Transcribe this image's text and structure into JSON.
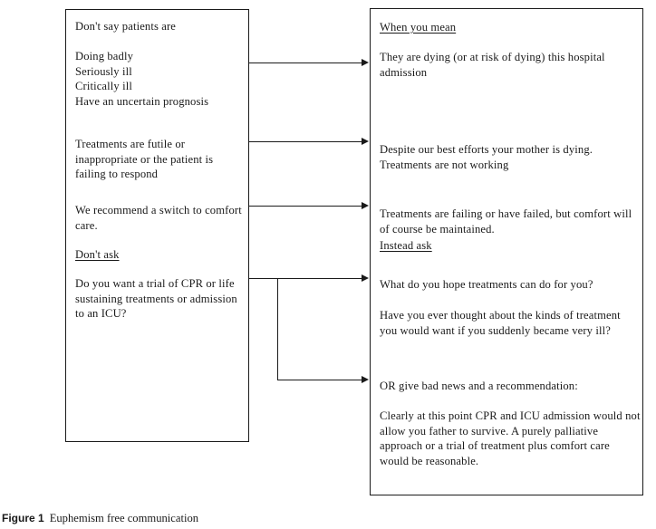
{
  "figure": {
    "caption_label": "Figure 1",
    "caption_text": "Euphemism free communication"
  },
  "left_box": {
    "heading": "Don't say patients are",
    "list": [
      "Doing badly",
      "Seriously ill",
      "Critically ill",
      "Have an uncertain prognosis"
    ],
    "futile": "Treatments are futile or inappropriate or the patient is failing to respond",
    "comfort": "We recommend a switch to comfort care.",
    "dont_ask_heading": "Don't ask",
    "cpr_question": "Do you want a trial of CPR or life sustaining treatments or admission to an ICU?"
  },
  "right_box": {
    "heading": "When you mean",
    "dying": "They are dying (or at risk of dying) this hospital admission",
    "despite": "Despite our best efforts your mother is dying. Treatments are not working",
    "failing": "Treatments are failing or have failed, but comfort will of course be maintained.",
    "instead_ask_heading": "Instead ask",
    "hope": "What do you hope treatments can do for you?",
    "ever_thought": "Have you ever thought about the kinds of treatment you would want if you suddenly became very ill?",
    "or_give": "OR give bad news and a recommendation:",
    "clearly": "Clearly at this point CPR and ICU admission would not allow you father to survive. A purely palliative approach or a trial of treatment plus comfort care would be reasonable."
  },
  "connectors": {
    "arrow_1_label": "euphemisms-to-dying",
    "arrow_2_label": "futile-to-despite",
    "arrow_3_label": "comfort-switch-to-failing",
    "arrow_4_label": "cpr-question-to-instead-ask",
    "color": "#1a1a1a"
  }
}
